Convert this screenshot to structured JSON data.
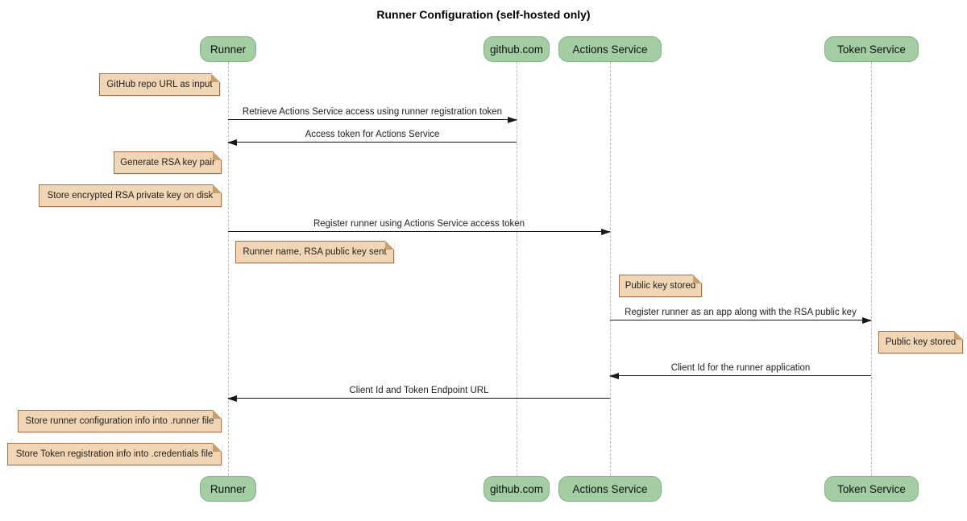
{
  "title": "Runner Configuration (self-hosted only)",
  "participants": [
    {
      "label": "Runner"
    },
    {
      "label": "github.com"
    },
    {
      "label": "Actions Service"
    },
    {
      "label": "Token Service"
    }
  ],
  "messages": [
    {
      "label": "Retrieve Actions Service access using runner registration token",
      "from": "Runner",
      "to": "github.com",
      "direction": "right"
    },
    {
      "label": "Access token for Actions Service",
      "from": "github.com",
      "to": "Runner",
      "direction": "left"
    },
    {
      "label": "Register runner using Actions Service access token",
      "from": "Runner",
      "to": "Actions Service",
      "direction": "right"
    },
    {
      "label": "Register runner as an app along with the RSA public key",
      "from": "Actions Service",
      "to": "Token Service",
      "direction": "right"
    },
    {
      "label": "Client Id for the runner application",
      "from": "Token Service",
      "to": "Actions Service",
      "direction": "left"
    },
    {
      "label": "Client Id and Token Endpoint URL",
      "from": "Actions Service",
      "to": "Runner",
      "direction": "left"
    }
  ],
  "notes": [
    {
      "label": "GitHub repo URL as input",
      "position": "left of Runner"
    },
    {
      "label": "Generate RSA key pair",
      "position": "left of Runner"
    },
    {
      "label": "Store encrypted RSA private key on disk",
      "position": "left of Runner"
    },
    {
      "label": "Runner name, RSA public key sent",
      "position": "right of Runner"
    },
    {
      "label": "Public key stored",
      "position": "right of Actions Service"
    },
    {
      "label": "Public key stored",
      "position": "right of Token Service"
    },
    {
      "label": "Store runner configuration info into .runner file",
      "position": "left of Runner"
    },
    {
      "label": "Store Token registration info into .credentials file",
      "position": "left of Runner"
    }
  ],
  "colors": {
    "participant_fill": "#a3cda3",
    "participant_border": "#84b184",
    "note_fill": "#f1d6b5",
    "note_border": "#a0714a",
    "lifeline": "#bbbbbb",
    "arrow": "#181818",
    "background": "#ffffff"
  }
}
